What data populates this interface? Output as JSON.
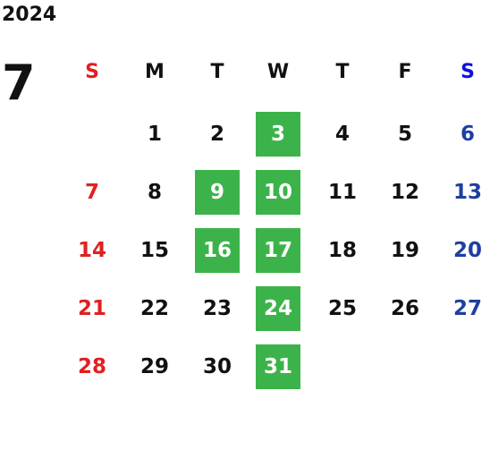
{
  "calendar": {
    "year": "2024",
    "month": "7",
    "weekdays": [
      "S",
      "M",
      "T",
      "W",
      "T",
      "F",
      "S"
    ],
    "days": [
      "1",
      "2",
      "3",
      "4",
      "5",
      "6",
      "7",
      "8",
      "9",
      "10",
      "11",
      "12",
      "13",
      "14",
      "15",
      "16",
      "17",
      "18",
      "19",
      "20",
      "21",
      "22",
      "23",
      "24",
      "25",
      "26",
      "27",
      "28",
      "29",
      "30",
      "31"
    ],
    "first_weekday_index": 1,
    "highlighted_days": [
      "3",
      "9",
      "10",
      "16",
      "17",
      "24",
      "31"
    ]
  },
  "colors": {
    "text": "#111111",
    "sunday": "#e02020",
    "saturday": "#1f3f9f",
    "saturday_header": "#1111dd",
    "highlight_bg": "#3cb34a",
    "highlight_text": "#ffffff"
  }
}
